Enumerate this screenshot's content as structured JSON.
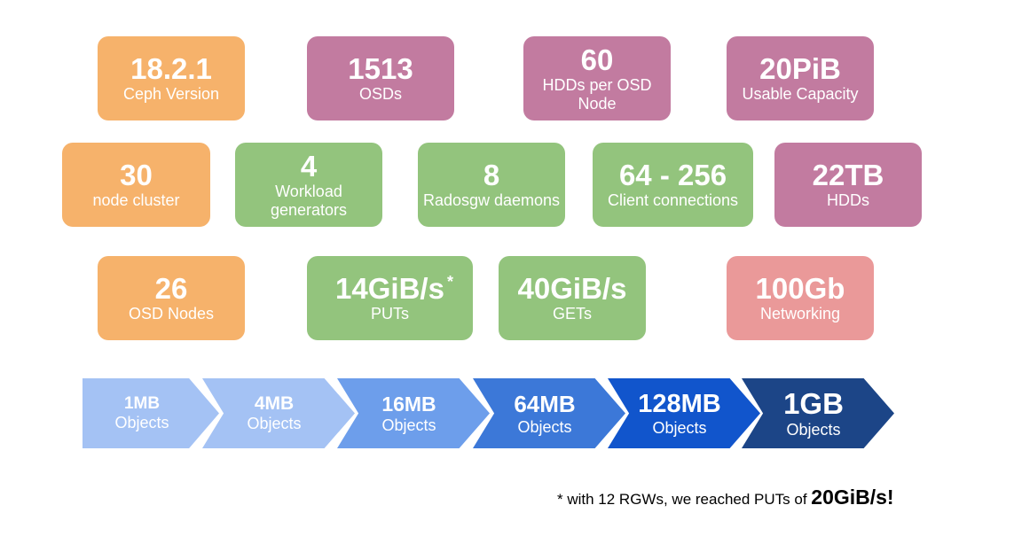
{
  "stats": [
    {
      "value": "18.2.1",
      "label": "Ceph Version",
      "color": "orange"
    },
    {
      "value": "1513",
      "label": "OSDs",
      "color": "purple"
    },
    {
      "value": "60",
      "label": "HDDs per OSD Node",
      "color": "purple"
    },
    {
      "value": "20PiB",
      "label": "Usable Capacity",
      "color": "purple"
    },
    {
      "value": "30",
      "label": "node cluster",
      "color": "orange"
    },
    {
      "value": "4",
      "label": "Workload generators",
      "color": "green"
    },
    {
      "value": "8",
      "label": "Radosgw daemons",
      "color": "green"
    },
    {
      "value": "64 - 256",
      "label": "Client connections",
      "color": "green"
    },
    {
      "value": "22TB",
      "label": "HDDs",
      "color": "purple"
    },
    {
      "value": "26",
      "label": "OSD Nodes",
      "color": "orange"
    },
    {
      "value": "14GiB/s",
      "label": "PUTs",
      "color": "green",
      "footnote_mark": "*"
    },
    {
      "value": "40GiB/s",
      "label": "GETs",
      "color": "green"
    },
    {
      "value": "100Gb",
      "label": "Networking",
      "color": "pink"
    }
  ],
  "object_sizes": [
    {
      "value": "1MB",
      "label": "Objects"
    },
    {
      "value": "4MB",
      "label": "Objects"
    },
    {
      "value": "16MB",
      "label": "Objects"
    },
    {
      "value": "64MB",
      "label": "Objects"
    },
    {
      "value": "128MB",
      "label": "Objects"
    },
    {
      "value": "1GB",
      "label": "Objects"
    }
  ],
  "footnote": {
    "text": "* with 12 RGWs, we reached PUTs of ",
    "highlight": "20GiB/s!"
  },
  "colors": {
    "orange": "#f6b26b",
    "purple": "#c27ba0",
    "green": "#93c47d",
    "pink": "#ea9999"
  }
}
